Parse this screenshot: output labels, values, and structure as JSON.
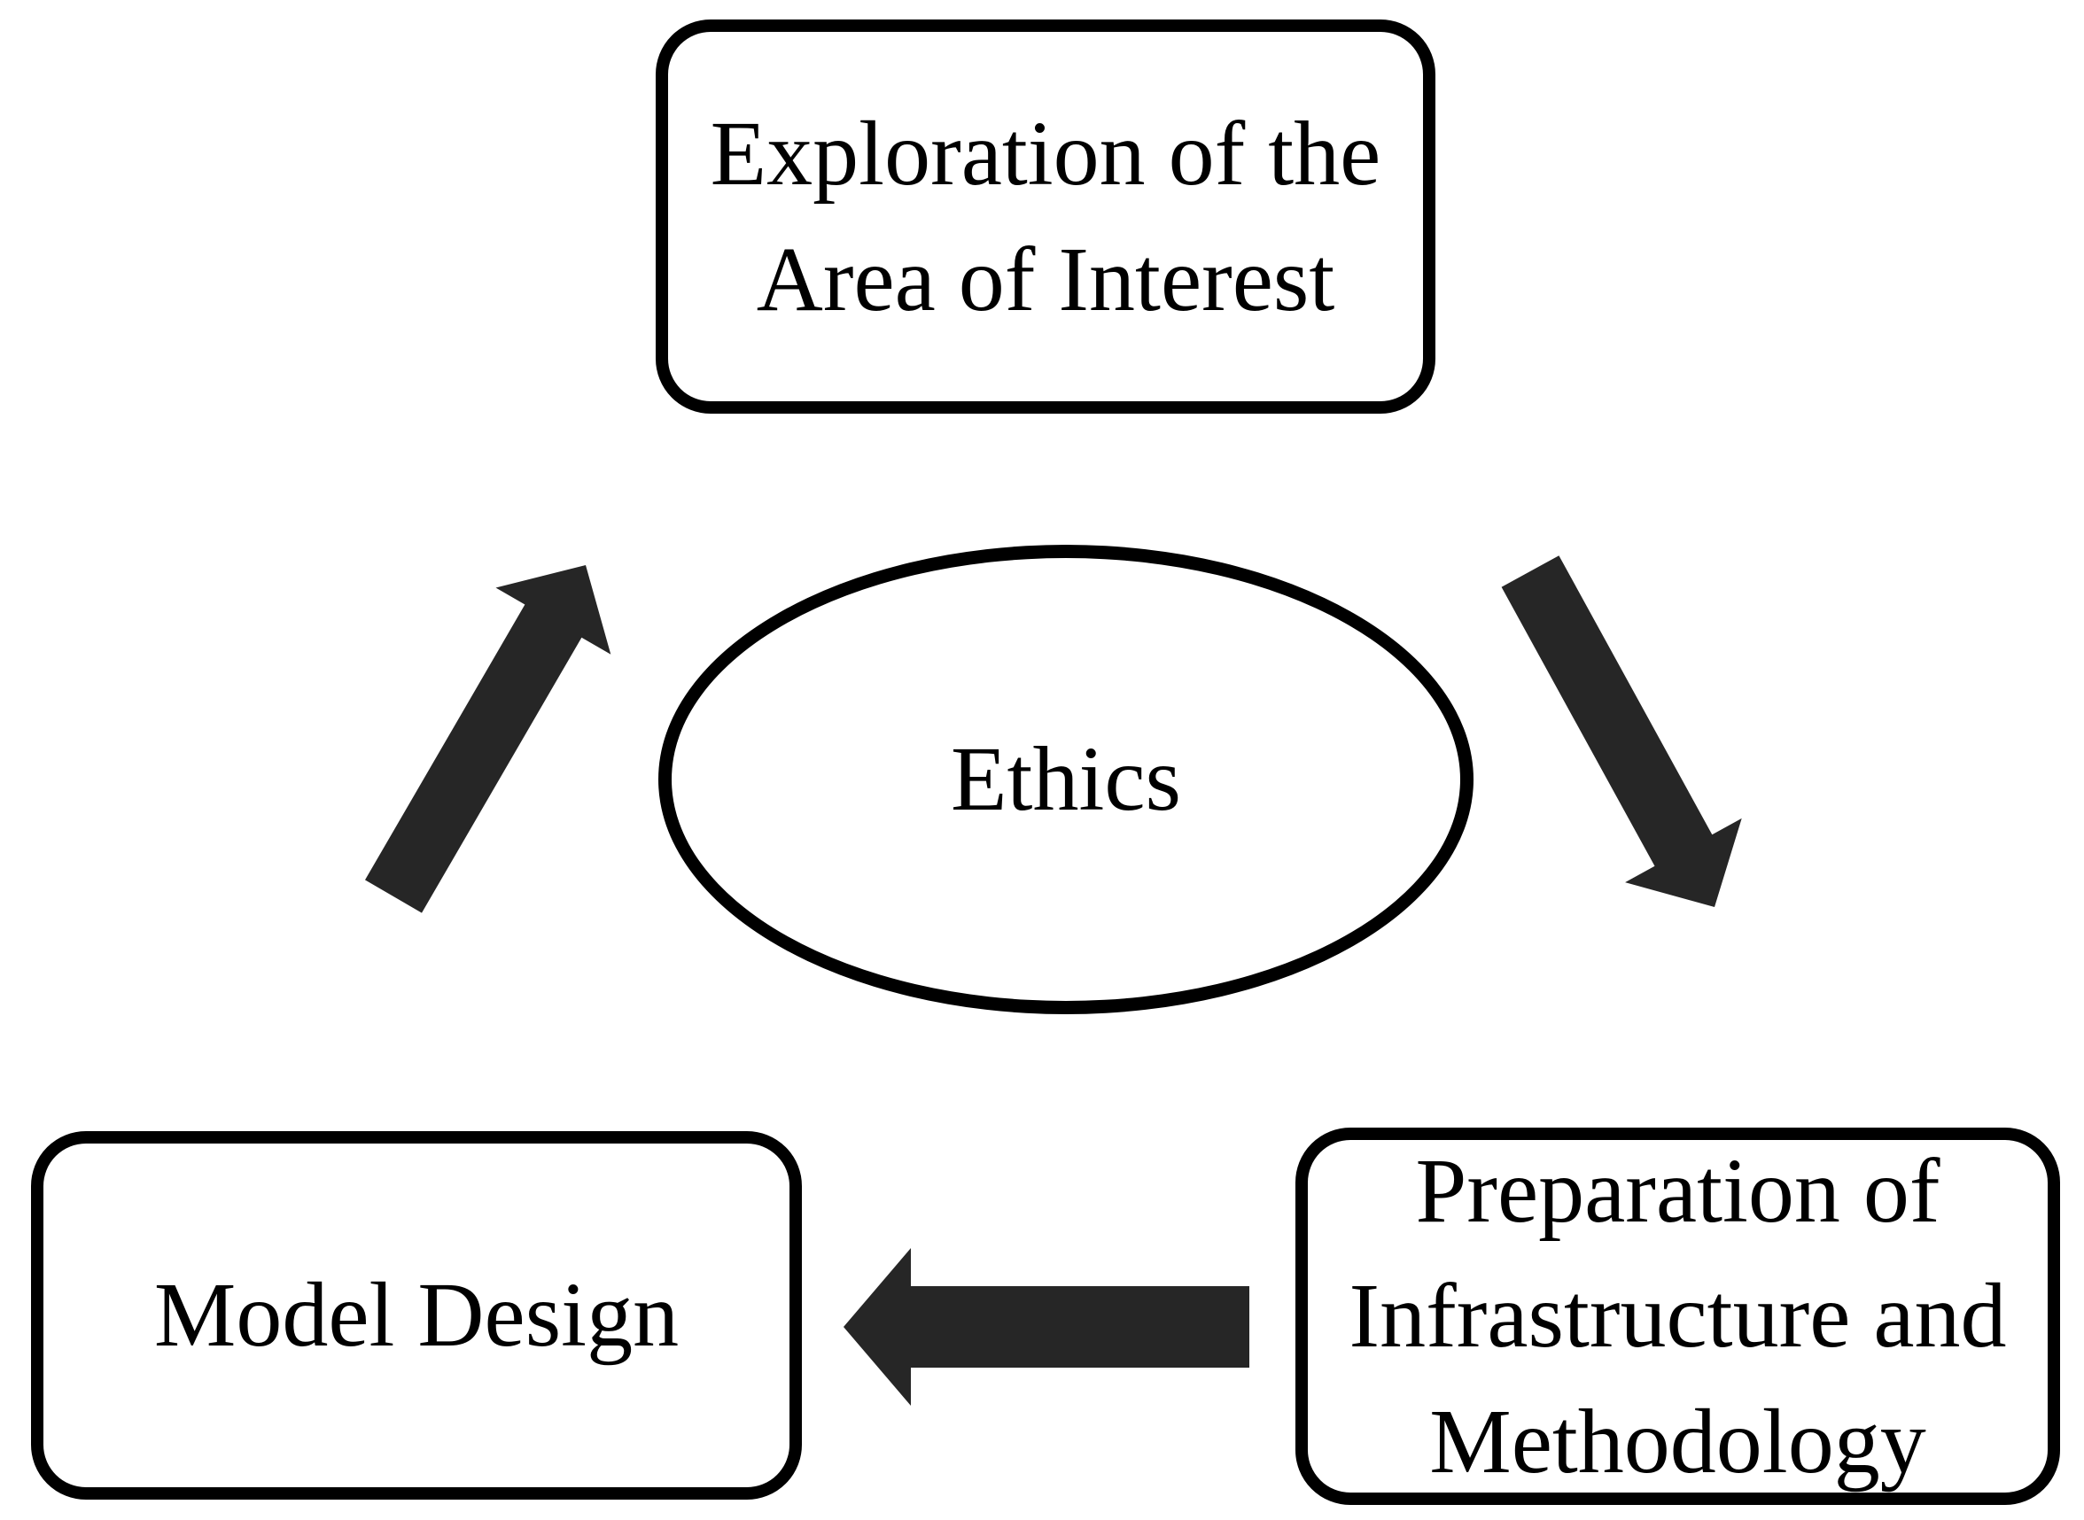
{
  "diagram": {
    "type": "cycle-flowchart",
    "nodes": [
      {
        "id": "exploration",
        "shape": "rounded-rectangle",
        "label": "Exploration of the Area of Interest",
        "label_lines": [
          "Exploration of the",
          "Area of Interest"
        ]
      },
      {
        "id": "preparation",
        "shape": "rounded-rectangle",
        "label": "Preparation of Infrastructure and Methodology",
        "label_lines": [
          "Preparation of",
          "Infrastructure and",
          "Methodology"
        ]
      },
      {
        "id": "model-design",
        "shape": "rounded-rectangle",
        "label": "Model Design",
        "label_lines": [
          "Model Design"
        ]
      },
      {
        "id": "ethics",
        "shape": "ellipse",
        "label": "Ethics"
      }
    ],
    "edges": [
      {
        "from": "exploration",
        "to": "preparation",
        "icon": "arrow-down-right-icon"
      },
      {
        "from": "preparation",
        "to": "model-design",
        "icon": "arrow-left-icon"
      },
      {
        "from": "model-design",
        "to": "exploration",
        "icon": "arrow-up-right-icon"
      }
    ],
    "colors": {
      "background": "#ffffff",
      "node_border": "#000000",
      "text": "#000000",
      "arrow": "#262626"
    }
  }
}
